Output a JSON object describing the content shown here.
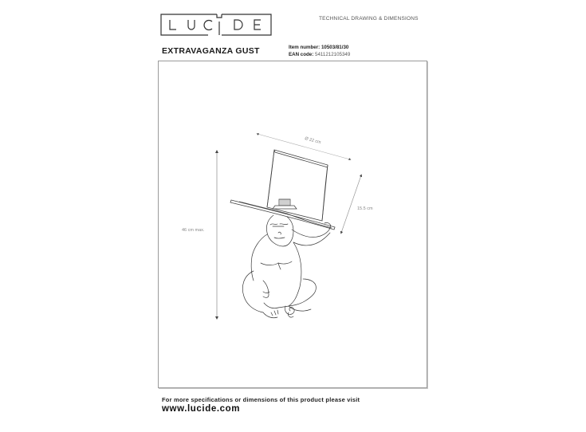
{
  "header": {
    "brand": "LUCIDE",
    "logo_letters": [
      "L",
      "U",
      "C",
      "i",
      "D",
      "E"
    ],
    "document_type": "TECHNICAL DRAWING & DIMENSIONS"
  },
  "product": {
    "name": "EXTRAVAGANZA GUST",
    "item_number_label": "Item number:",
    "item_number": "10503/81/30",
    "ean_label": "EAN code:",
    "ean": "5411212105349"
  },
  "drawing": {
    "subject": "gorilla-wearing-top-hat-shade",
    "dimensions": {
      "height": "46 cm max.",
      "diameter": "Ø 22 cm",
      "depth": "15.5 cm"
    },
    "colors": {
      "frame": "#9a9a9a",
      "line": "#333333",
      "dimension": "#888888"
    }
  },
  "footer": {
    "text": "For more specifications or dimensions of this product please visit",
    "url": "www.lucide.com"
  }
}
